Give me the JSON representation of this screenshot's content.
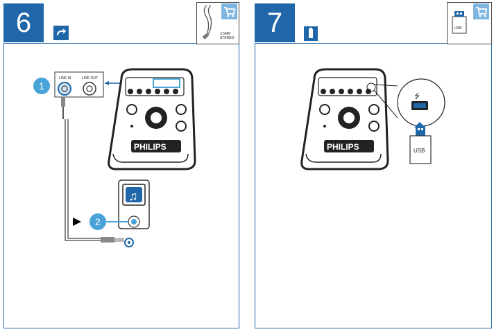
{
  "step6": {
    "number": "6",
    "cable_label_line1": "3.5MM",
    "cable_label_line2": "STEREO",
    "jack_line_in": "LINE IN",
    "jack_line_out": "LINE OUT",
    "callout_1": "1",
    "callout_2": "2",
    "brand": "PHILIPS"
  },
  "step7": {
    "number": "7",
    "usb_box_label": "USB",
    "usb_drive_label": "USB",
    "brand": "PHILIPS"
  },
  "colors": {
    "accent_blue": "#1f67a8",
    "callout_blue": "#4aa3d8",
    "cart_blue": "#7fb6df"
  },
  "icons": [
    "cable-icon",
    "cart-icon",
    "usb-stick-icon",
    "music-note-icon",
    "play-arrow-icon",
    "usb-symbol-icon",
    "arrow-up-icon"
  ]
}
